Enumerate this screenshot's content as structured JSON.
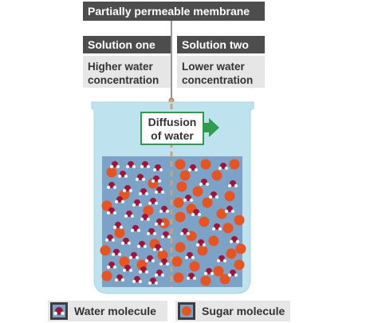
{
  "labels": {
    "membrane": "Partially permeable membrane",
    "solution_one": "Solution one",
    "solution_two": "Solution two",
    "solution_one_desc_line1": "Higher water",
    "solution_one_desc_line2": "concentration",
    "solution_two_desc_line1": "Lower water",
    "solution_two_desc_line2": "concentration",
    "diffusion_line1": "Diffusion",
    "diffusion_line2": "of water"
  },
  "legend": {
    "water": "Water molecule",
    "sugar": "Sugar molecule"
  },
  "colors": {
    "beaker_glass": "#bfe3ee",
    "solution": "#7aa3c7",
    "sugar": "#e8531f",
    "water_oxygen": "#a4123a",
    "membrane": "#c8a37a",
    "arrow": "#2e9b4d",
    "label_dark": "#4d4d4d",
    "label_light": "#e6e6e6"
  }
}
